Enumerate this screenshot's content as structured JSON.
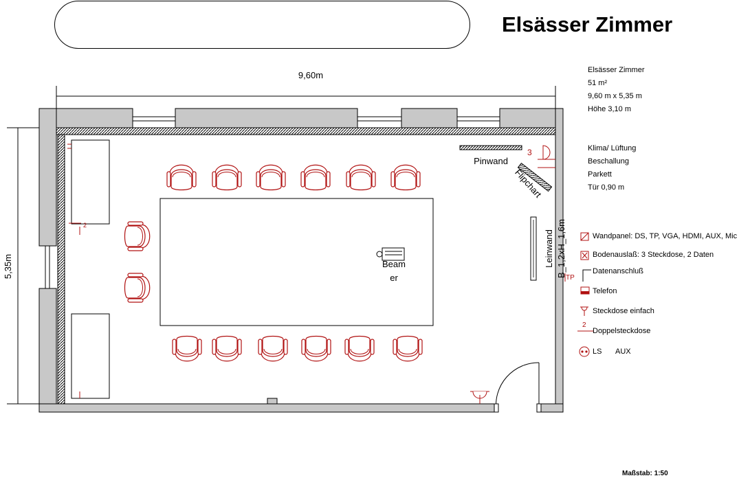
{
  "title": "Elsässer Zimmer",
  "dimensions": {
    "width": "9,60m",
    "depth": "5,35m"
  },
  "info_lines": [
    "Elsässer Zimmer",
    "51 m²",
    "9,60 m x 5,35 m",
    "Höhe 3,10 m"
  ],
  "features": [
    "Klima/ Lüftung",
    "Beschallung",
    "Parkett",
    "Tür 0,90 m"
  ],
  "labels": {
    "pinwand": "Pinwand",
    "flipchart": "Flipchart",
    "leinwand": "Leinwand",
    "leinwand_size": "B_1,2xH_1,6m",
    "beamer_1": "Beam",
    "beamer_2": "er",
    "tp": "TP",
    "outlet_3": "3",
    "outlet_2": "2"
  },
  "legend": [
    {
      "icon": "wall-panel-icon",
      "label": "Wandpanel: DS, TP, VGA, HDMI, AUX, Mic"
    },
    {
      "icon": "floor-outlet-icon",
      "label": "Bodenauslaß:  3 Steckdose, 2 Daten"
    },
    {
      "icon": "data-connection-icon",
      "label": "Datenanschluß"
    },
    {
      "icon": "telephone-icon",
      "label": "Telefon"
    },
    {
      "icon": "single-socket-icon",
      "label": "Steckdose einfach"
    },
    {
      "icon": "double-socket-icon",
      "label": "Doppelsteckdose"
    },
    {
      "icon": "speaker-icon",
      "label": "LS"
    }
  ],
  "legend_aux": "AUX",
  "legend_double_num": "2",
  "scale": "Maßstab:  1:50",
  "colors": {
    "wall": "#c8c8c8",
    "symbol": "#b01010",
    "line": "#000000"
  }
}
